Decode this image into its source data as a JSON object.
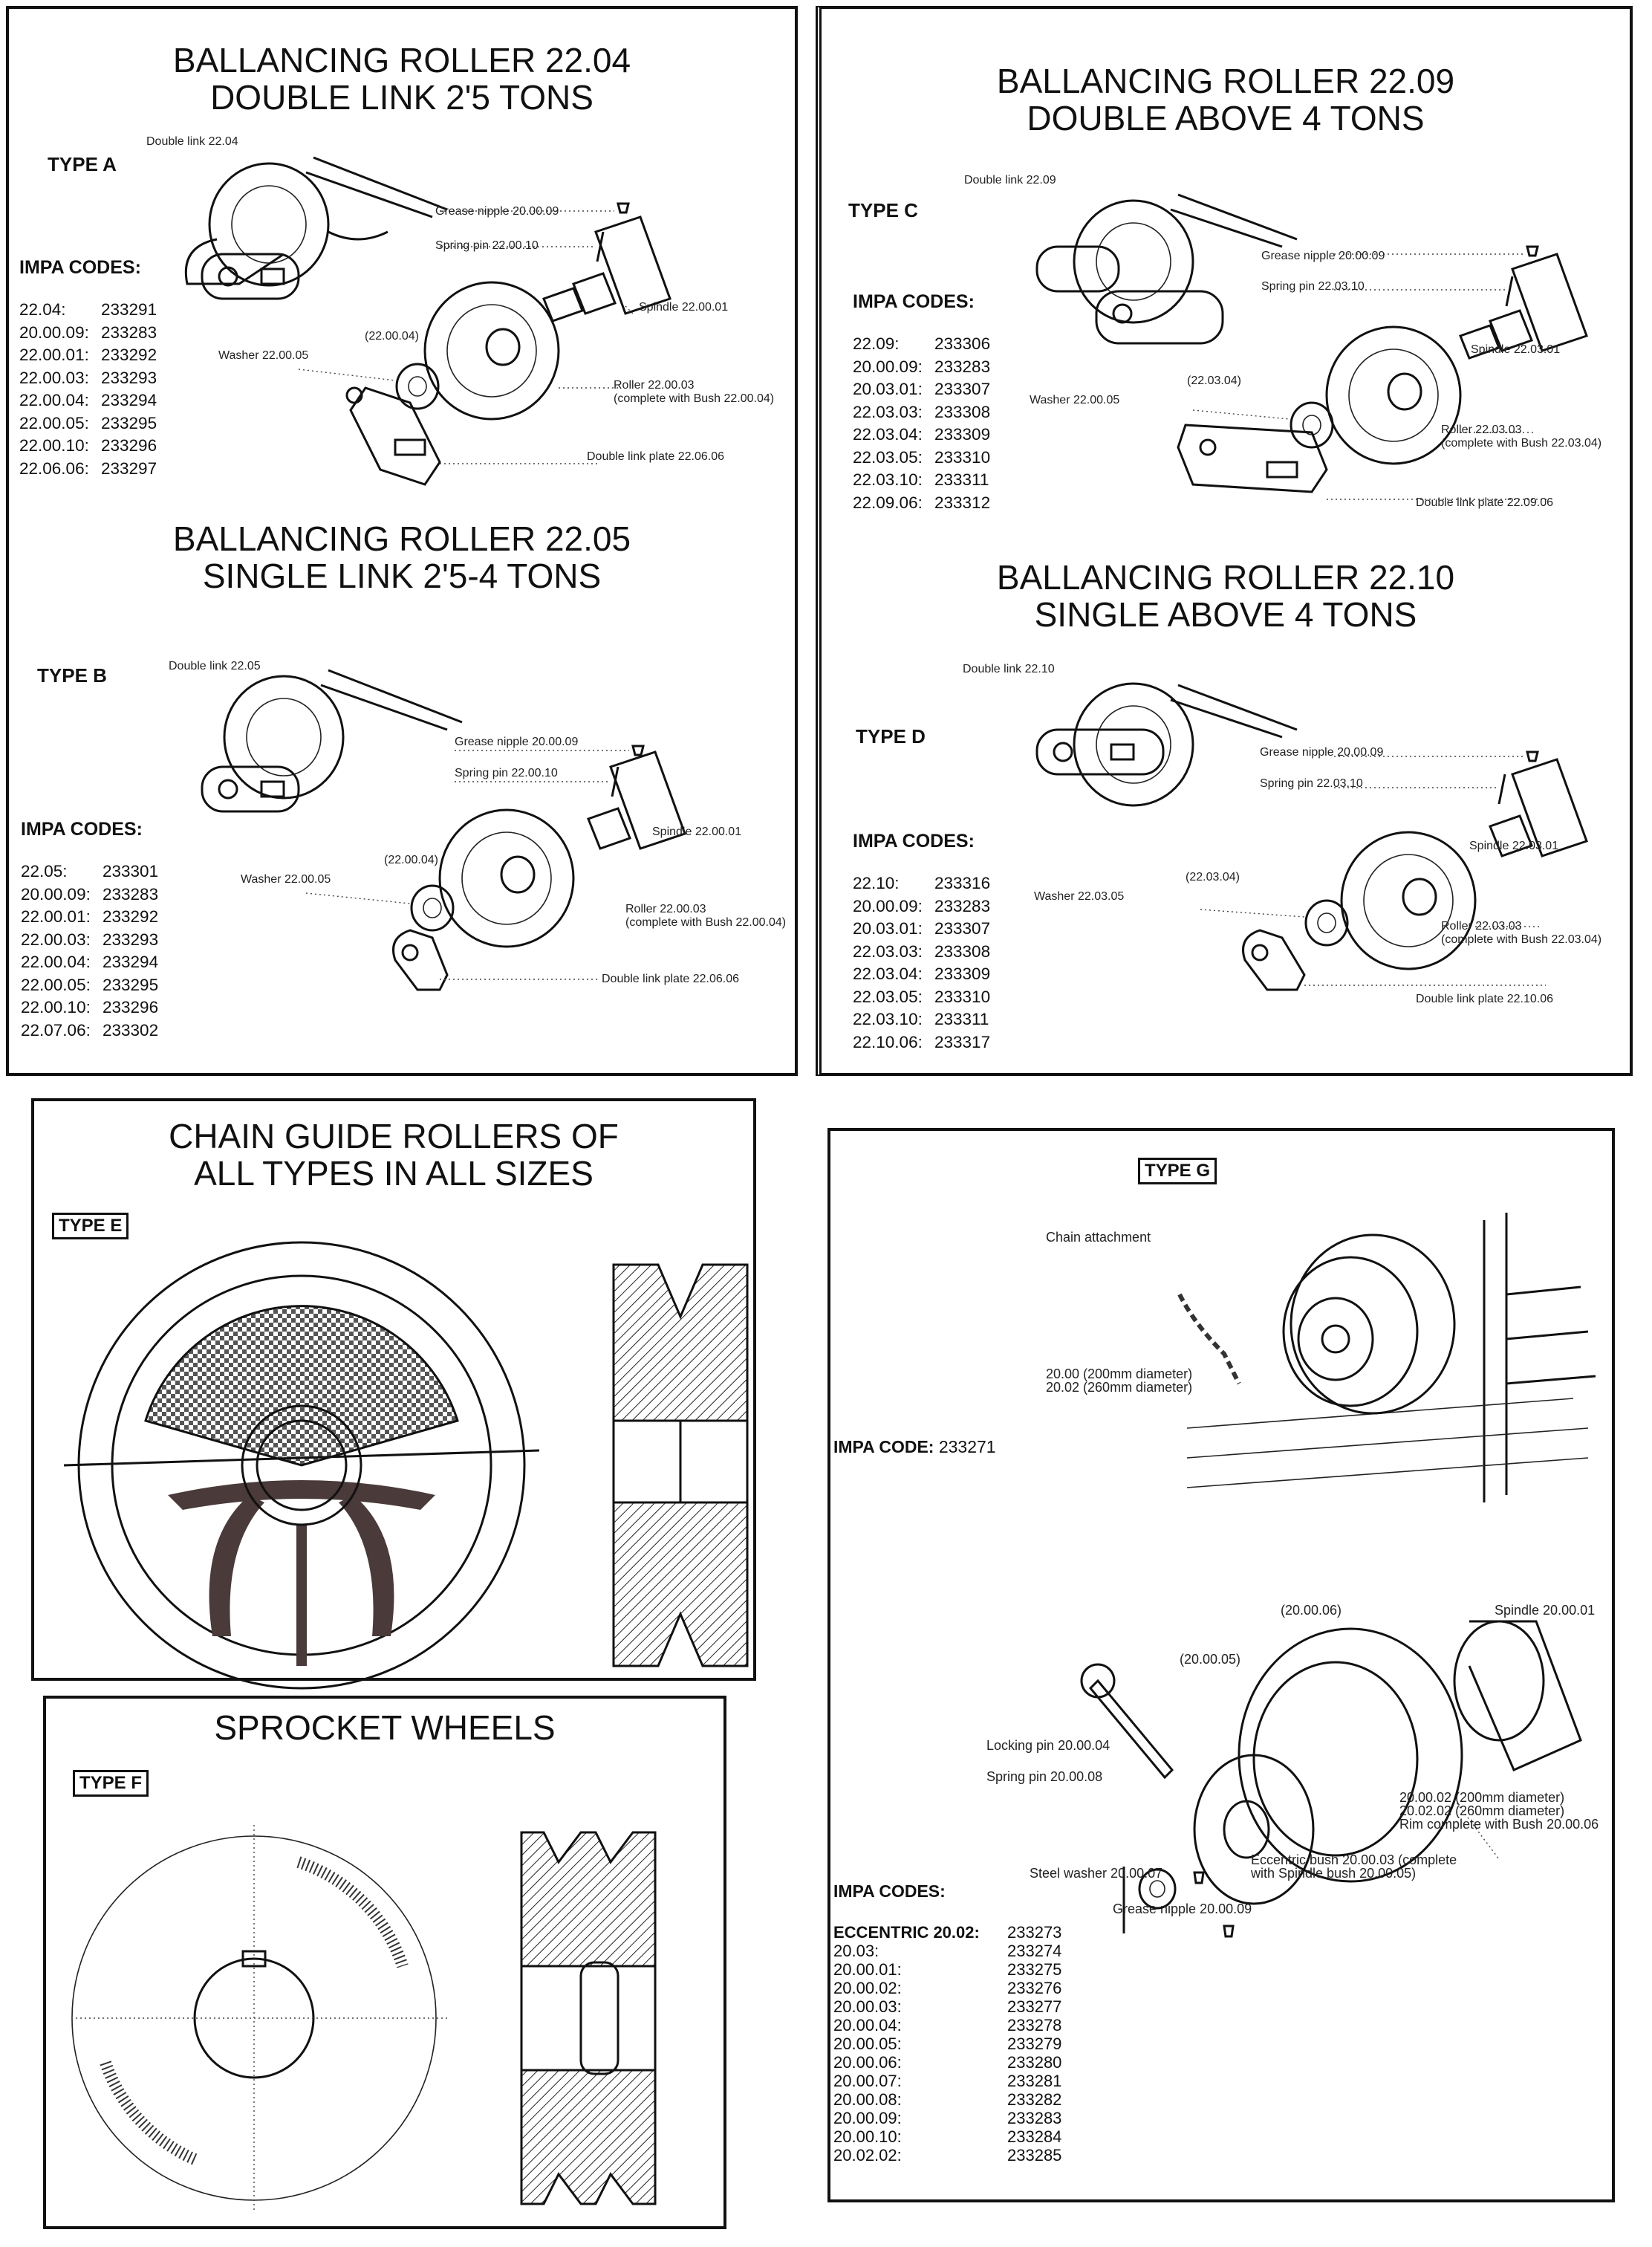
{
  "panelA": {
    "title": "BALLANCING ROLLER 22.04\nDOUBLE LINK 2'5 TONS",
    "type": "TYPE A",
    "impa_heading": "IMPA CODES:",
    "codes": [
      {
        "k": "22.04:",
        "v": "233291"
      },
      {
        "k": "20.00.09:",
        "v": "233283"
      },
      {
        "k": "22.00.01:",
        "v": "233292"
      },
      {
        "k": "22.00.03:",
        "v": "233293"
      },
      {
        "k": "22.00.04:",
        "v": "233294"
      },
      {
        "k": "22.00.05:",
        "v": "233295"
      },
      {
        "k": "22.00.10:",
        "v": "233296"
      },
      {
        "k": "22.06.06:",
        "v": "233297"
      }
    ],
    "labels": {
      "double_link": "Double link 22.04",
      "grease": "Grease nipple 20.00.09",
      "spring": "Spring pin 22.00.10",
      "spindle": "Spindle 22.00.01",
      "bush": "(22.00.04)",
      "washer": "Washer 22.00.05",
      "roller": "Roller 22.00.03\n(complete with Bush 22.00.04)",
      "plate": "Double link plate 22.06.06"
    },
    "title2": "BALLANCING ROLLER 22.05\nSINGLE LINK 2'5-4 TONS",
    "type2": "TYPE B",
    "impa_heading2": "IMPA CODES:",
    "codes2": [
      {
        "k": "22.05:",
        "v": "233301"
      },
      {
        "k": "20.00.09:",
        "v": "233283"
      },
      {
        "k": "22.00.01:",
        "v": "233292"
      },
      {
        "k": "22.00.03:",
        "v": "233293"
      },
      {
        "k": "22.00.04:",
        "v": "233294"
      },
      {
        "k": "22.00.05:",
        "v": "233295"
      },
      {
        "k": "22.00.10:",
        "v": "233296"
      },
      {
        "k": "22.07.06:",
        "v": "233302"
      }
    ],
    "labels2": {
      "double_link": "Double link 22.05",
      "grease": "Grease nipple 20.00.09",
      "spring": "Spring pin 22.00.10",
      "spindle": "Spindle 22.00.01",
      "bush": "(22.00.04)",
      "washer": "Washer 22.00.05",
      "roller": "Roller 22.00.03\n(complete with Bush 22.00.04)",
      "plate": "Double link plate 22.06.06"
    }
  },
  "panelC": {
    "title": "BALLANCING ROLLER 22.09\nDOUBLE ABOVE 4 TONS",
    "type": "TYPE C",
    "impa_heading": "IMPA CODES:",
    "codes": [
      {
        "k": "22.09:",
        "v": "233306"
      },
      {
        "k": "20.00.09:",
        "v": "233283"
      },
      {
        "k": "20.03.01:",
        "v": "233307"
      },
      {
        "k": "22.03.03:",
        "v": "233308"
      },
      {
        "k": "22.03.04:",
        "v": "233309"
      },
      {
        "k": "22.03.05:",
        "v": "233310"
      },
      {
        "k": "22.03.10:",
        "v": "233311"
      },
      {
        "k": "22.09.06:",
        "v": "233312"
      }
    ],
    "labels": {
      "double_link": "Double link 22.09",
      "grease": "Grease nipple 20.00.09",
      "spring": "Spring pin 22.03.10",
      "spindle": "Spindle 22.03.01",
      "bush": "(22.03.04)",
      "washer": "Washer 22.00.05",
      "roller": "Roller 22.03.03\n(complete with Bush 22.03.04)",
      "plate": "Double link plate 22.09.06"
    },
    "title2": "BALLANCING ROLLER 22.10\nSINGLE ABOVE 4 TONS",
    "type2": "TYPE D",
    "impa_heading2": "IMPA CODES:",
    "codes2": [
      {
        "k": "22.10:",
        "v": "233316"
      },
      {
        "k": "20.00.09:",
        "v": "233283"
      },
      {
        "k": "20.03.01:",
        "v": "233307"
      },
      {
        "k": "22.03.03:",
        "v": "233308"
      },
      {
        "k": "22.03.04:",
        "v": "233309"
      },
      {
        "k": "22.03.05:",
        "v": "233310"
      },
      {
        "k": "22.03.10:",
        "v": "233311"
      },
      {
        "k": "22.10.06:",
        "v": "233317"
      }
    ],
    "labels2": {
      "double_link": "Double link 22.10",
      "grease": "Grease nipple 20.00.09",
      "spring": "Spring pin 22.03.10",
      "spindle": "Spindle 22.03.01",
      "bush": "(22.03.04)",
      "washer": "Washer 22.03.05",
      "roller": "Roller 22.03.03\n(complete with Bush 22.03.04)",
      "plate": "Double link plate 22.10.06"
    }
  },
  "panelE": {
    "title": "CHAIN GUIDE ROLLERS OF\nALL TYPES IN ALL SIZES",
    "type": "TYPE E"
  },
  "panelF": {
    "title": "SPROCKET WHEELS",
    "type": "TYPE F"
  },
  "panelG": {
    "type": "TYPE G",
    "chain": "Chain attachment",
    "diam": "20.00 (200mm diameter)\n20.02 (260mm diameter)",
    "impa_label": "IMPA CODE:",
    "impa_value": "233271",
    "labels": {
      "l20006": "(20.00.06)",
      "spindle": "Spindle 20.00.01",
      "l20005": "(20.00.05)",
      "locking": "Locking pin 20.00.04",
      "spring": "Spring pin 20.00.08",
      "rim": "20.00.02 (200mm diameter)\n20.02.02 (260mm diameter)\nRim complete with Bush 20.00.06",
      "eccentric": "Eccentric bush 20.00.03 (complete\nwith Spindle bush 20.00.05)",
      "washer": "Steel washer 20.00.07",
      "grease": "Grease nipple 20.00.09"
    },
    "impa_heading": "IMPA CODES:",
    "first_key": "ECCENTRIC 20.02:",
    "first_val": "233273",
    "codes": [
      {
        "k": "20.03:",
        "v": "233274"
      },
      {
        "k": "20.00.01:",
        "v": "233275"
      },
      {
        "k": "20.00.02:",
        "v": "233276"
      },
      {
        "k": "20.00.03:",
        "v": "233277"
      },
      {
        "k": "20.00.04:",
        "v": "233278"
      },
      {
        "k": "20.00.05:",
        "v": "233279"
      },
      {
        "k": "20.00.06:",
        "v": "233280"
      },
      {
        "k": "20.00.07:",
        "v": "233281"
      },
      {
        "k": "20.00.08:",
        "v": "233282"
      },
      {
        "k": "20.00.09:",
        "v": "233283"
      },
      {
        "k": "20.00.10:",
        "v": "233284"
      },
      {
        "k": "20.02.02:",
        "v": "233285"
      }
    ]
  }
}
